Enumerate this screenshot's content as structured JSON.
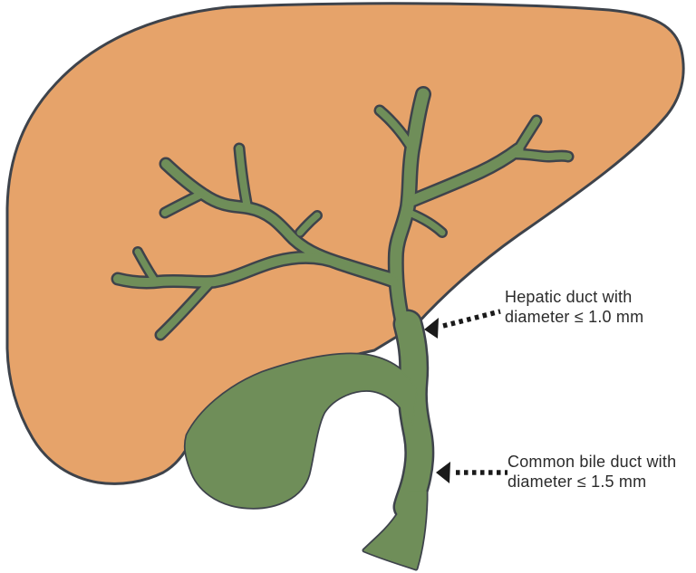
{
  "colors": {
    "bg": "#ffffff",
    "liver": "#E6A36A",
    "duct": "#6F8E59",
    "outline": "#3E434B",
    "arrow": "#1a1a1a",
    "text": "#2b2b2b"
  },
  "annotations": {
    "hepatic_duct": {
      "line1": "Hepatic duct with",
      "line2": "diameter ≤ 1.0 mm"
    },
    "common_bile_duct": {
      "line1": "Common bile duct with",
      "line2": "diameter ≤ 1.5 mm"
    }
  },
  "parts": [
    "liver",
    "intrahepatic-bile-duct-tree",
    "hepatic-duct",
    "gallbladder",
    "common-bile-duct",
    "duodenal-funnel"
  ]
}
